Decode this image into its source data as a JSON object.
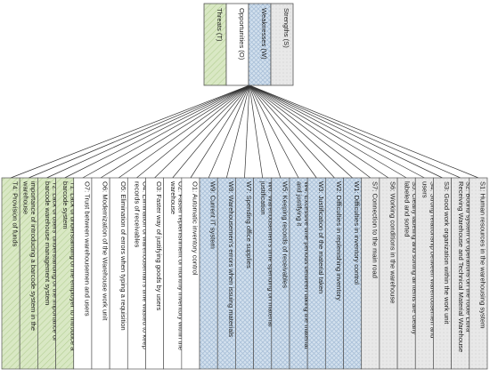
{
  "colors": {
    "threats": "#d9e8c4",
    "opportunities": "#ffffff",
    "weaknesses": "#d3e1ee",
    "strengths": "#e6e6e6",
    "line": "#333333",
    "border": "#555555"
  },
  "header": [
    {
      "id": "threats",
      "label": "Threats (T)",
      "category": "threats"
    },
    {
      "id": "opportunities",
      "label": "Opportunities (O)",
      "category": "opportunities"
    },
    {
      "id": "weaknesses",
      "label": "Weaknesses (W)",
      "category": "weaknesses"
    },
    {
      "id": "strengths",
      "label": "Strengths (S)",
      "category": "strengths"
    }
  ],
  "items": [
    {
      "category": "threats",
      "lines": [
        "T4: Provision of funds"
      ]
    },
    {
      "category": "threats",
      "lines": [
        "T3: Lack of warehousemen's understanding for the",
        "importance of introducing a barcode system in the",
        "warehouse"
      ]
    },
    {
      "category": "threats",
      "lines": [
        "T2: Lack of users' understanding of the importance of",
        "barcode warehouse management system"
      ]
    },
    {
      "category": "threats",
      "lines": [
        "T1: Lack of understanding of the employer to introduce a",
        "barcode system"
      ]
    },
    {
      "category": "opportunities",
      "lines": [
        "O7: Trust between warehousemen and users"
      ]
    },
    {
      "category": "opportunities",
      "lines": [
        "O6: Modernization of the Warehouse work unit"
      ]
    },
    {
      "category": "opportunities",
      "lines": [
        "O5: Elimination of errors when typing a requisition"
      ]
    },
    {
      "category": "opportunities",
      "lines": [
        "O4: Elimination of warehouseman's time wasted to keep",
        "records of receivables"
      ]
    },
    {
      "category": "opportunities",
      "lines": [
        "O3: Faster way of justifying goods by users"
      ]
    },
    {
      "category": "opportunities",
      "lines": [
        "O2: Faster replenishment of monthly inventory within the",
        "warehouse"
      ]
    },
    {
      "category": "opportunities",
      "lines": [
        "O1: Automatic inventory control"
      ]
    },
    {
      "category": "weaknesses",
      "lines": [
        "W9: Current IT system"
      ]
    },
    {
      "category": "weaknesses",
      "lines": [
        "W8: Warehousemen's errors when issuing materials"
      ]
    },
    {
      "category": "weaknesses",
      "lines": [
        "W7: Spending office supplies"
      ]
    },
    {
      "category": "weaknesses",
      "lines": [
        "W6: Warehousemen's time spending on material",
        "justification"
      ]
    },
    {
      "category": "weaknesses",
      "lines": [
        "W5: Keeping records of receivables"
      ]
    },
    {
      "category": "weaknesses",
      "lines": [
        "W4: Excessive time periods between taking the material",
        "and justifying it"
      ]
    },
    {
      "category": "weaknesses",
      "lines": [
        "W3: Justification of the material taken"
      ]
    },
    {
      "category": "weaknesses",
      "lines": [
        "W2: Difficulties in replenishing inventory"
      ]
    },
    {
      "category": "weaknesses",
      "lines": [
        "W1: Difficulties in inventory control"
      ]
    },
    {
      "category": "strengths",
      "lines": [
        "S7: Connection to the main road"
      ]
    },
    {
      "category": "strengths",
      "lines": [
        "S6: Working conditions in the warehouse"
      ]
    },
    {
      "category": "strengths",
      "lines": [
        "S5: Clearly labeling and sorting all items are clearly",
        "labeled and sorted"
      ]
    },
    {
      "category": "strengths",
      "lines": [
        "S4: Strong relationship between warehousemen and",
        "users"
      ]
    },
    {
      "category": "strengths",
      "lines": [
        "S3: Good work organization within the work unit"
      ]
    },
    {
      "category": "strengths",
      "lines": [
        "S2: Bound system of operations on the route Libra",
        "Receiving Warehouse and Technical Material Warehouse"
      ]
    },
    {
      "category": "strengths",
      "lines": [
        "S1: Human resources in the warehousing system"
      ]
    }
  ]
}
